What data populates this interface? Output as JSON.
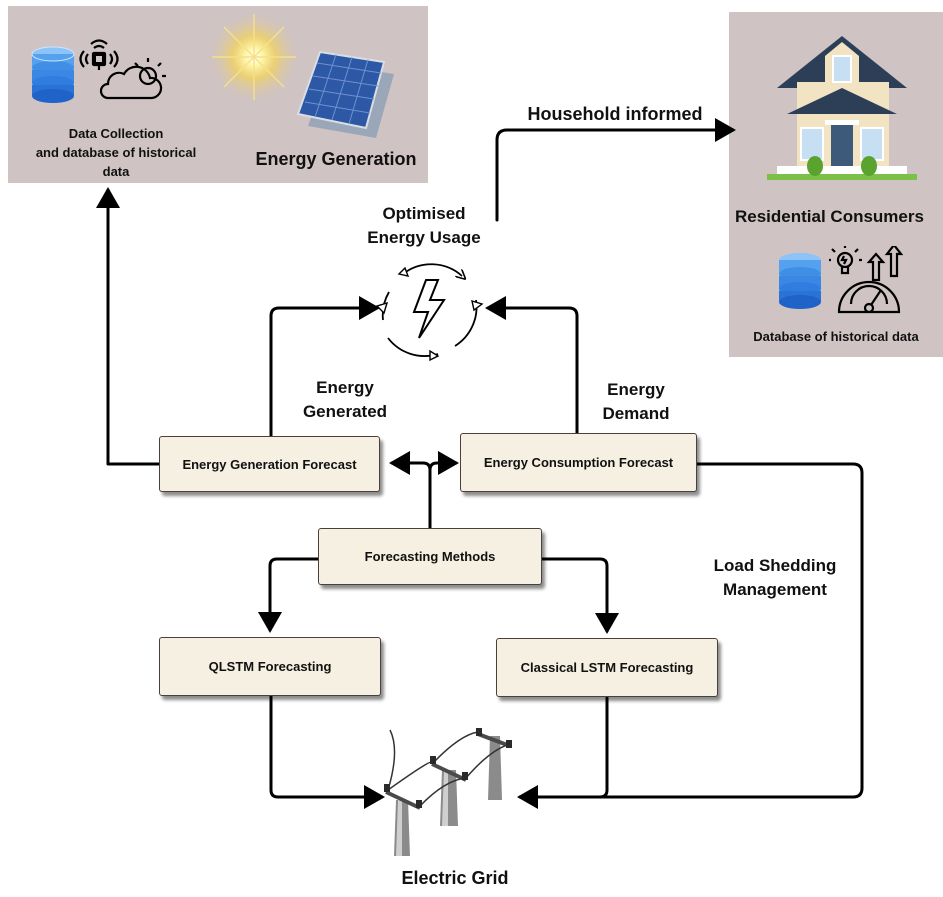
{
  "panels": {
    "data_collection_label": "Data Collection and database of historical data",
    "data_collection_lines": [
      "Data Collection",
      "and database of historical",
      "data"
    ],
    "energy_generation_label": "Energy Generation",
    "residential_label": "Residential Consumers",
    "residential_db_label": "Database of historical data"
  },
  "flow_labels": {
    "household_informed": "Household informed",
    "optimised_lines": [
      "Optimised",
      "Energy Usage"
    ],
    "energy_generated_lines": [
      "Energy",
      "Generated"
    ],
    "energy_demand_lines": [
      "Energy",
      "Demand"
    ],
    "load_shedding_lines": [
      "Load Shedding",
      "Management"
    ]
  },
  "boxes": {
    "energy_generation_forecast": "Energy Generation Forecast",
    "energy_consumption_forecast": "Energy Consumption Forecast",
    "forecasting_methods": "Forecasting Methods",
    "qlstm": "QLSTM Forecasting",
    "classical_lstm": "Classical LSTM Forecasting"
  },
  "grid_label": "Electric Grid",
  "icons": {
    "database": "database-icon",
    "iot_weather": "iot-weather-icon",
    "sun": "sun-icon",
    "solar_panel": "solar-panel-icon",
    "house": "house-icon",
    "consumption": "consumption-meter-icon",
    "energy_cycle": "energy-cycle-icon",
    "grid": "power-grid-icon"
  },
  "colors": {
    "panel_bg": "#cfc3c4",
    "box_bg": "#f6f0e2",
    "arrow": "#000000",
    "database_blue": "#2f7de0"
  }
}
